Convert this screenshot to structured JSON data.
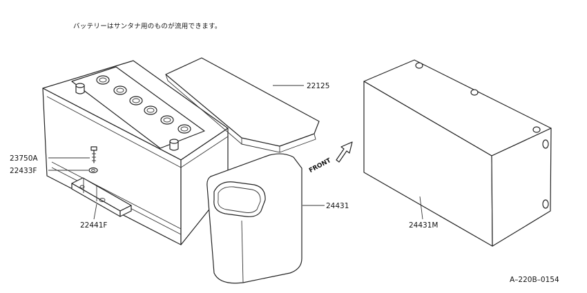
{
  "note": "バッテリーはサンタナ用のものが流用できます。",
  "labels": {
    "cover": "22125",
    "bolt": "23750A",
    "washer": "22433F",
    "bracket": "22441F",
    "insulator": "24431",
    "box": "24431M"
  },
  "front_arrow": "FRONT",
  "reference": "A–220B–0154"
}
